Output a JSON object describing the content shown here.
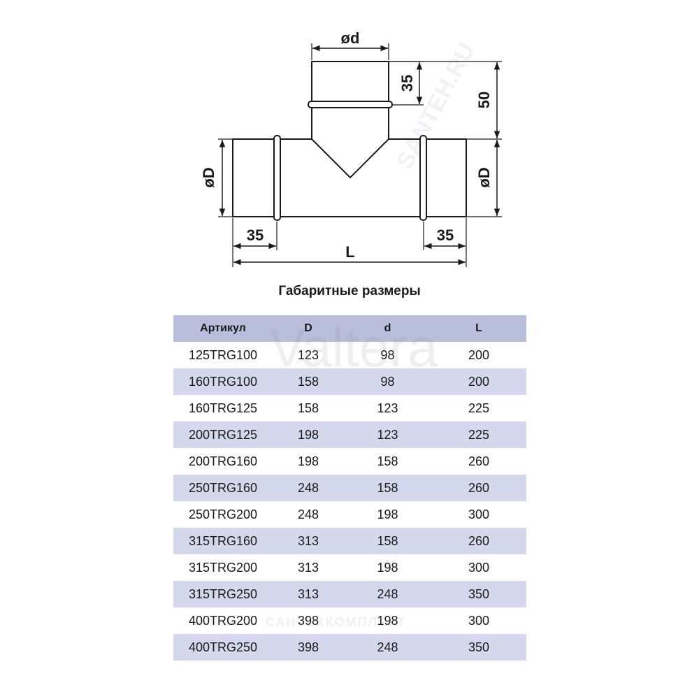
{
  "diagram": {
    "labels": {
      "branch_diameter": "ød",
      "branch_collar": "35",
      "branch_height": "50",
      "main_diameter_left": "øD",
      "main_diameter_right": "øD",
      "collar_left": "35",
      "collar_right": "35",
      "length": "L"
    }
  },
  "table": {
    "title": "Габаритные размеры",
    "headers": [
      "Артикул",
      "D",
      "d",
      "L"
    ],
    "rows": [
      [
        "125TRG100",
        "123",
        "98",
        "200"
      ],
      [
        "160TRG100",
        "158",
        "98",
        "200"
      ],
      [
        "160TRG125",
        "158",
        "123",
        "225"
      ],
      [
        "200TRG125",
        "198",
        "123",
        "225"
      ],
      [
        "200TRG160",
        "198",
        "158",
        "260"
      ],
      [
        "250TRG160",
        "248",
        "158",
        "260"
      ],
      [
        "250TRG200",
        "248",
        "198",
        "300"
      ],
      [
        "315TRG160",
        "313",
        "158",
        "260"
      ],
      [
        "315TRG200",
        "313",
        "198",
        "300"
      ],
      [
        "315TRG250",
        "313",
        "248",
        "350"
      ],
      [
        "400TRG200",
        "398",
        "198",
        "300"
      ],
      [
        "400TRG250",
        "398",
        "248",
        "350"
      ]
    ]
  },
  "watermarks": {
    "brand": "Valtera",
    "site": "САНТЕХКОМПЛЕКТ",
    "diagonal": "SANTEH.RU"
  },
  "colors": {
    "header_bg": "#b9bedd",
    "stripe_bg": "#d5d8ec",
    "line": "#1a1a1a"
  }
}
